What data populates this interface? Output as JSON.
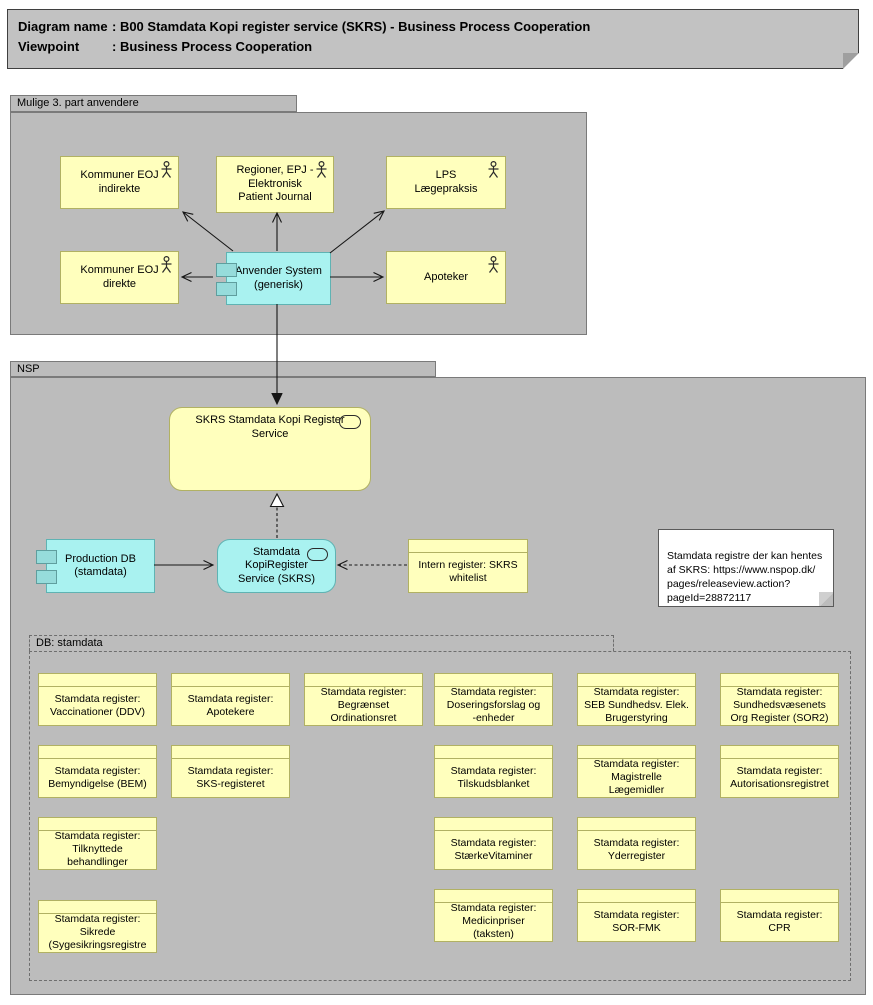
{
  "colors": {
    "page_background": "#ffffff",
    "group_fill": "#bcbcbc",
    "group_border": "#7a7a7a",
    "business_yellow_fill": "#ffffbd",
    "business_yellow_border": "#b1b163",
    "application_cyan_fill": "#a9f2f0",
    "application_cyan_border": "#5fb3b3",
    "note_fill": "#ffffff",
    "title_fill": "#c2c2c2",
    "connector_color": "#161616"
  },
  "icons": {
    "actor": "actor-stick-figure-icon",
    "service": "service-pill-outline-icon",
    "component": "component-two-tabs-icon",
    "note": "folded-corner"
  },
  "title_bar": {
    "rows": [
      {
        "label": "Diagram name",
        "value": ": B00 Stamdata Kopi register service (SKRS) - Business Process Cooperation"
      },
      {
        "label": "Viewpoint",
        "value": ": Business Process Cooperation"
      }
    ]
  },
  "third_party_group": {
    "label": "Mulige 3. part anvendere",
    "nodes": {
      "kommuner_indirekte": {
        "label": "Kommuner EOJ\nindirekte"
      },
      "regioner": {
        "label": "Regioner, EPJ -\nElektronisk\nPatient Journal"
      },
      "lps": {
        "label": "LPS\nLægepraksis"
      },
      "kommuner_direkte": {
        "label": "Kommuner EOJ\ndirekte"
      },
      "anvender": {
        "label": "Anvender System\n(generisk)"
      },
      "apoteker": {
        "label": "Apoteker"
      }
    }
  },
  "nsp_group": {
    "label": "NSP",
    "nodes": {
      "skrs_big": {
        "label": "SKRS Stamdata Kopi Register\nService"
      },
      "production_db": {
        "label": "Production DB\n(stamdata)"
      },
      "skrs_service": {
        "label": "Stamdata\nKopiRegister\nService (SKRS)"
      },
      "intern_register": {
        "label": "Intern register: SKRS\nwhitelist"
      }
    },
    "note": {
      "text": "Stamdata registre der kan hentes\naf SKRS: https://www.nspop.dk/\npages/releaseview.action?\npageId=28872117"
    }
  },
  "db_group": {
    "label": "DB: stamdata",
    "registers": [
      {
        "label": "Stamdata register:\nVaccinationer (DDV)"
      },
      {
        "label": "Stamdata register:\nApotekere"
      },
      {
        "label": "Stamdata register:\nBegrænset\nOrdinationsret"
      },
      {
        "label": "Stamdata register:\nDoseringsforslag og\n-enheder"
      },
      {
        "label": "Stamdata register:\nSEB Sundhedsv. Elek.\nBrugerstyring"
      },
      {
        "label": "Stamdata register:\nSundhedsvæsenets\nOrg Register (SOR2)"
      },
      {
        "label": "Stamdata register:\nBemyndigelse (BEM)"
      },
      {
        "label": "Stamdata register:\nSKS-registeret"
      },
      {
        "label": "Stamdata register:\nTilskudsblanket"
      },
      {
        "label": "Stamdata register:\nMagistrelle\nLægemidler"
      },
      {
        "label": "Stamdata register:\nAutorisationsregistret"
      },
      {
        "label": "Stamdata register:\nTilknyttede\nbehandlinger"
      },
      {
        "label": "Stamdata register:\nStærkeVitaminer"
      },
      {
        "label": "Stamdata register:\nYderregister"
      },
      {
        "label": "Stamdata register:\nSikrede\n(Sygesikringsregistre"
      },
      {
        "label": "Stamdata register:\nMedicinpriser\n(taksten)"
      },
      {
        "label": "Stamdata register:\nSOR-FMK"
      },
      {
        "label": "Stamdata register:\nCPR"
      }
    ]
  }
}
